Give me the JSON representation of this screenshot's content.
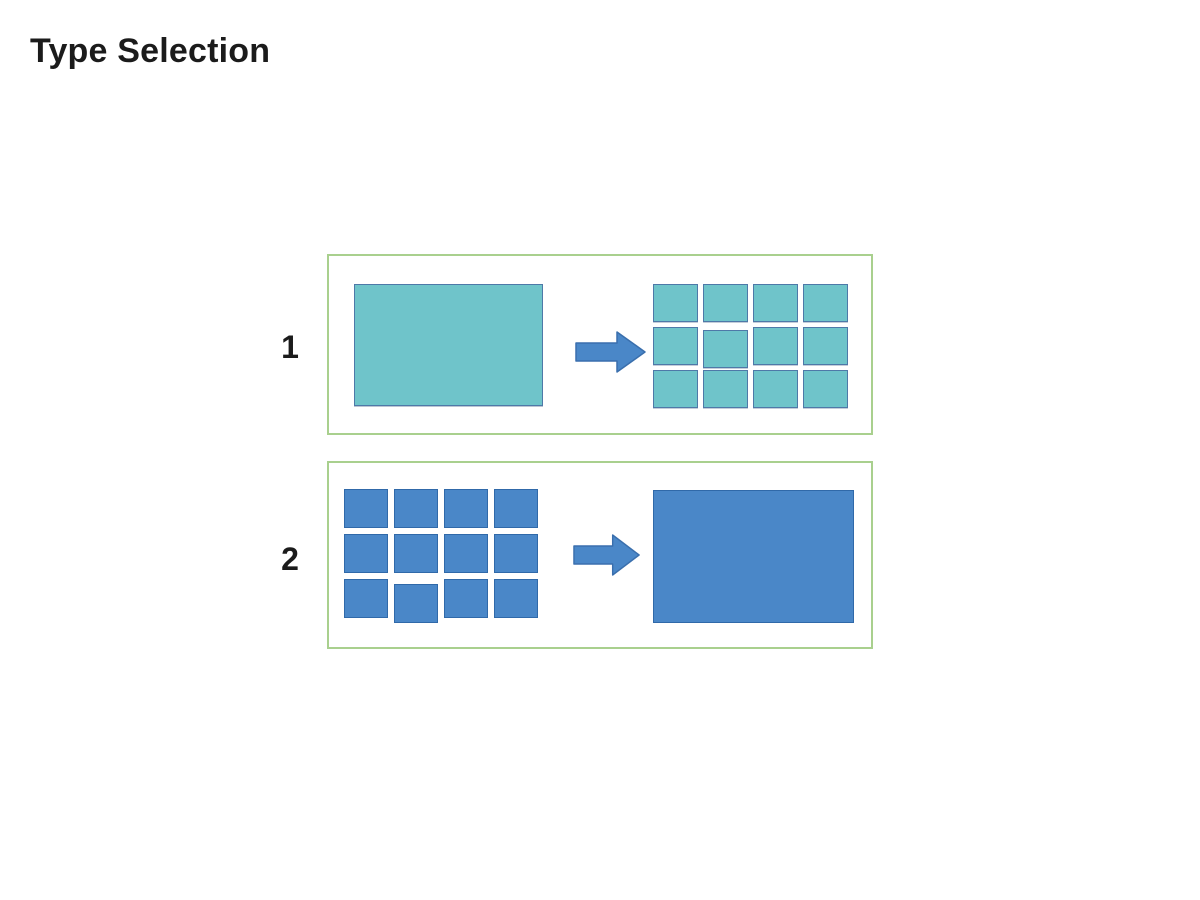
{
  "page": {
    "title": "Type Selection"
  },
  "colors": {
    "background": "#ffffff",
    "text": "#1b1b1b",
    "panel_border": "#a9d08e",
    "teal_fill": "#6fc4ca",
    "teal_border": "#4e79a8",
    "blue_fill": "#4a87c8",
    "blue_border": "#3069a9",
    "arrow_fill": "#4a87c8",
    "arrow_border": "#3a6fad"
  },
  "options": [
    {
      "label": "1",
      "left_shape": {
        "type": "rectangle",
        "color_name": "teal"
      },
      "arrow": "right-arrow",
      "right_shape": {
        "type": "grid",
        "rows": 3,
        "cols": 4,
        "color_name": "teal"
      }
    },
    {
      "label": "2",
      "left_shape": {
        "type": "grid",
        "rows": 3,
        "cols": 4,
        "color_name": "blue"
      },
      "arrow": "right-arrow",
      "right_shape": {
        "type": "rectangle",
        "color_name": "blue"
      }
    }
  ]
}
